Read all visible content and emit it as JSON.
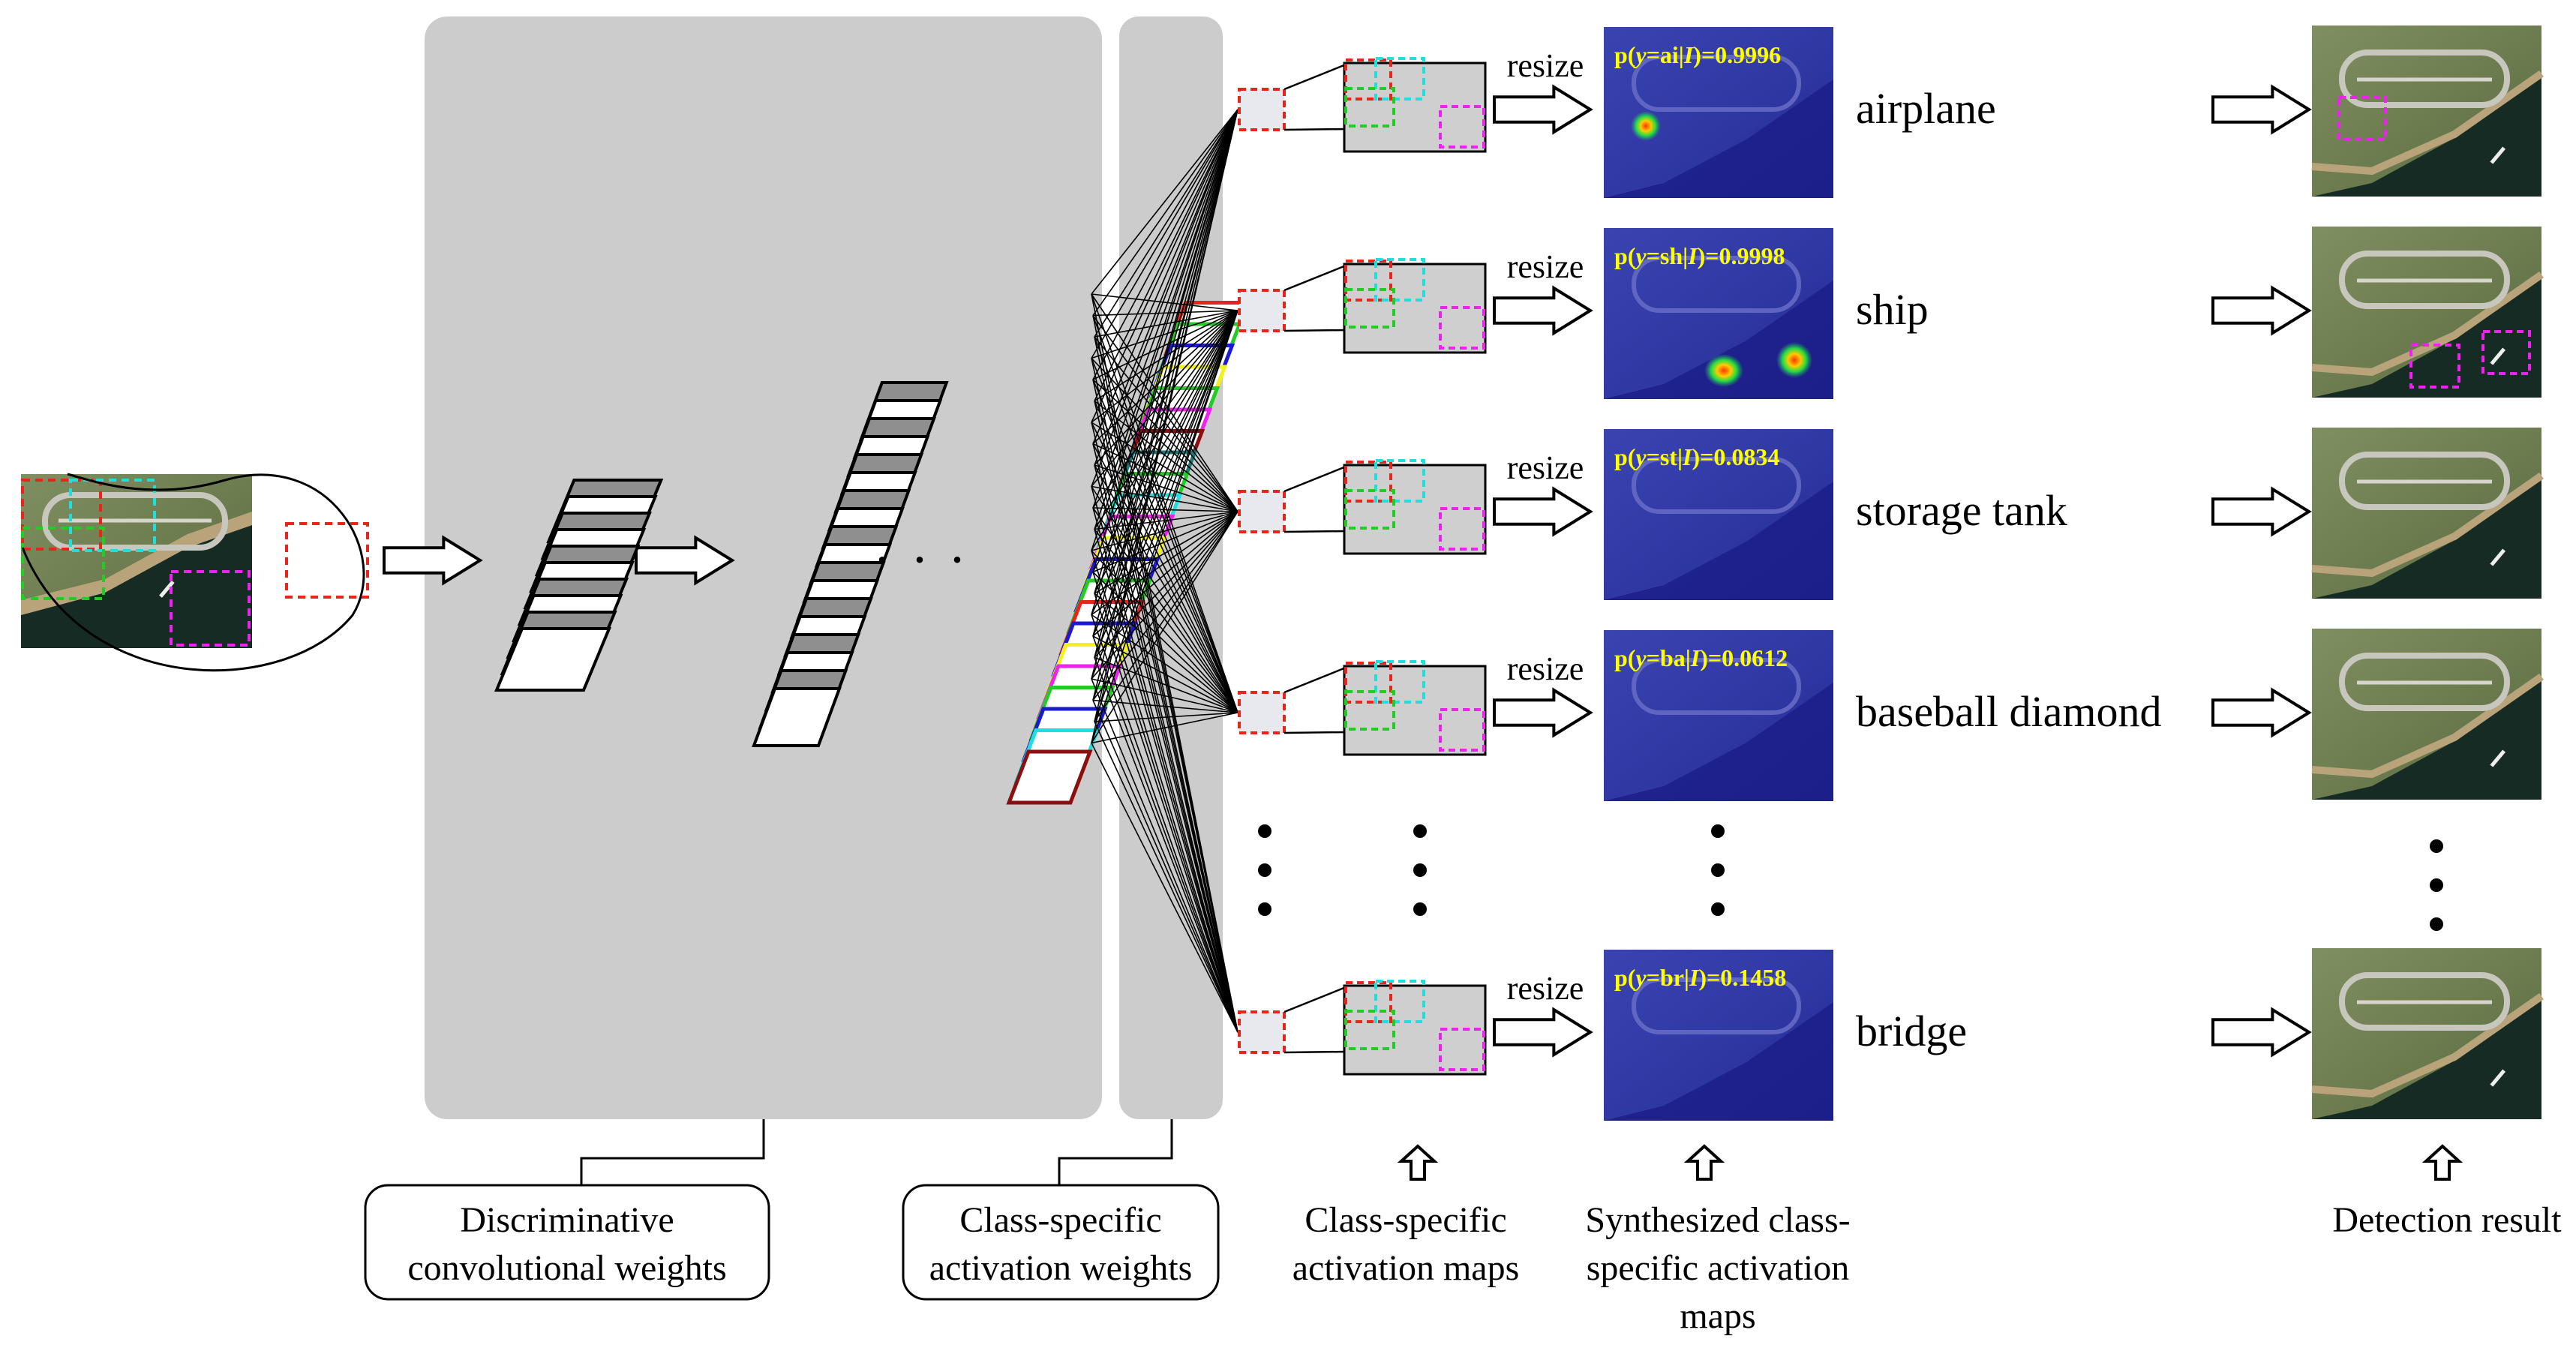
{
  "labels": {
    "resize": "resize",
    "ellipsis": "· · ·",
    "conv_weights_line1": "Discriminative",
    "conv_weights_line2": "convolutional weights",
    "act_weights_line1": "Class-specific",
    "act_weights_line2": "activation weights",
    "act_maps_line1": "Class-specific",
    "act_maps_line2": "activation maps",
    "synth_line1": "Synthesized class-",
    "synth_line2": "specific activation",
    "synth_line3": "maps",
    "detection": "Detection result"
  },
  "classes": [
    {
      "name": "airplane",
      "score": "p(y=ai|I)=0.9996",
      "score_prefix": "p(",
      "score_var": "y",
      "score_mid": "=ai|",
      "score_var2": "I",
      "score_value": ")=0.9996"
    },
    {
      "name": "ship",
      "score": "p(y=sh|I)=0.9998",
      "score_prefix": "p(",
      "score_var": "y",
      "score_mid": "=sh|",
      "score_var2": "I",
      "score_value": ")=0.9998"
    },
    {
      "name": "storage tank",
      "score": "p(y=st|I)=0.0834",
      "score_prefix": "p(",
      "score_var": "y",
      "score_mid": "=st|",
      "score_var2": "I",
      "score_value": ")=0.0834"
    },
    {
      "name": "baseball diamond",
      "score": "p(y=ba|I)=0.0612",
      "score_prefix": "p(",
      "score_var": "y",
      "score_mid": "=ba|",
      "score_var2": "I",
      "score_value": ")=0.0612"
    },
    {
      "name": "bridge",
      "score": "p(y=br|I)=0.1458",
      "score_prefix": "p(",
      "score_var": "y",
      "score_mid": "=br|",
      "score_var2": "I",
      "score_value": ")=0.1458"
    }
  ],
  "colors": {
    "panel_gray": "#cccccc",
    "red": "#e8251b",
    "green": "#22cc22",
    "cyan": "#22dddd",
    "magenta": "#ee22ee",
    "blue": "#1a1ad0",
    "yellow": "#f2f21a",
    "teal": "#1a7a7a",
    "darkred": "#8a1010",
    "score_yellow": "#ffff00"
  }
}
